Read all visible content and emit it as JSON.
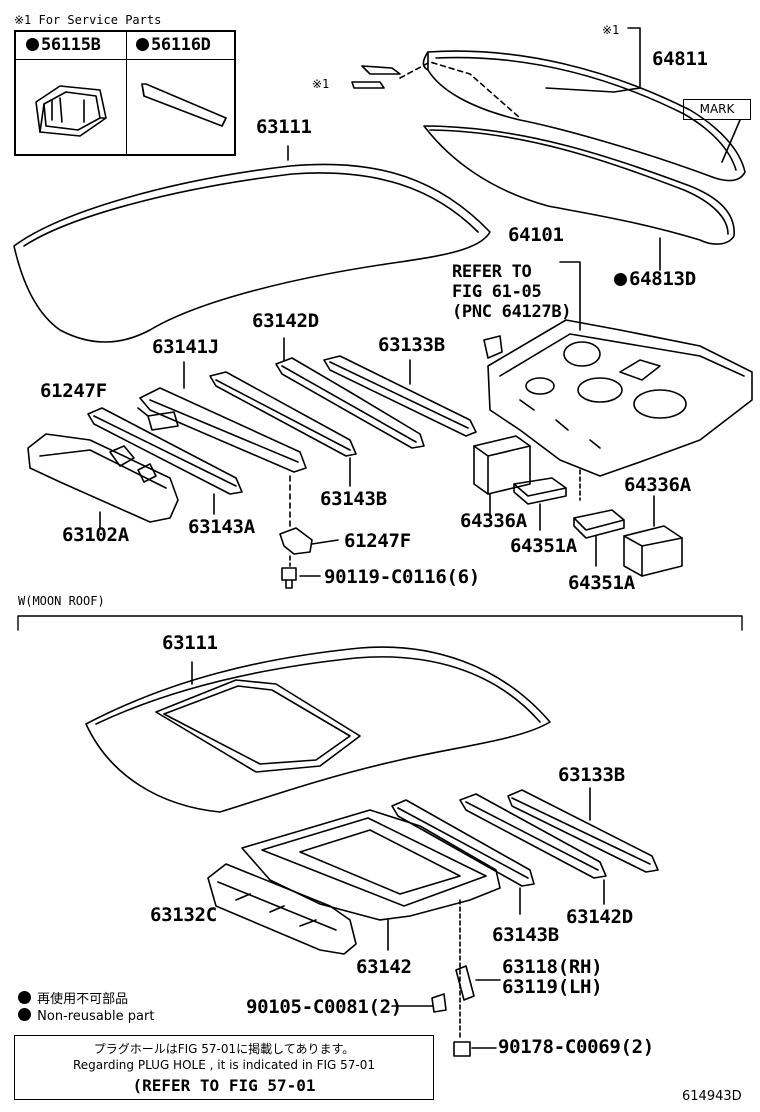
{
  "service_box": {
    "title": "※1 For Service Parts",
    "part_left": "56115B",
    "part_right": "56116D"
  },
  "mark_label": "MARK",
  "upper": {
    "parts": {
      "p64811": "64811",
      "ref1a": "※1",
      "ref1b": "※1",
      "p63111": "63111",
      "p64101": "64101",
      "refer_line1": "REFER TO",
      "refer_line2": "FIG 61-05",
      "refer_line3": "(PNC 64127B)",
      "p64813D": "64813D",
      "p63142D": "63142D",
      "p63133B": "63133B",
      "p63141J": "63141J",
      "p61247F_a": "61247F",
      "p63143B": "63143B",
      "p64336A_r": "64336A",
      "p63102A": "63102A",
      "p63143A": "63143A",
      "p64336A_l": "64336A",
      "p61247F_b": "61247F",
      "p64351A_a": "64351A",
      "p90119": "90119-C0116(6)",
      "p64351A_b": "64351A"
    }
  },
  "section_label": "W(MOON ROOF)",
  "lower": {
    "parts": {
      "p63111": "63111",
      "p63133B": "63133B",
      "p63132C": "63132C",
      "p63142D": "63142D",
      "p63143B": "63143B",
      "p63142": "63142",
      "p63118": "63118(RH)",
      "p63119": "63119(LH)",
      "p90105": "90105-C0081(2)",
      "p90178": "90178-C0069(2)"
    }
  },
  "legend": {
    "jp": "再使用不可部品",
    "en": "Non-reusable part"
  },
  "note": {
    "line1": "プラグホールはFIG 57-01に掲載してあります。",
    "line2": "Regarding PLUG HOLE , it is indicated in FIG 57-01",
    "line3": "(REFER TO FIG 57-01"
  },
  "figure_id": "614943D"
}
